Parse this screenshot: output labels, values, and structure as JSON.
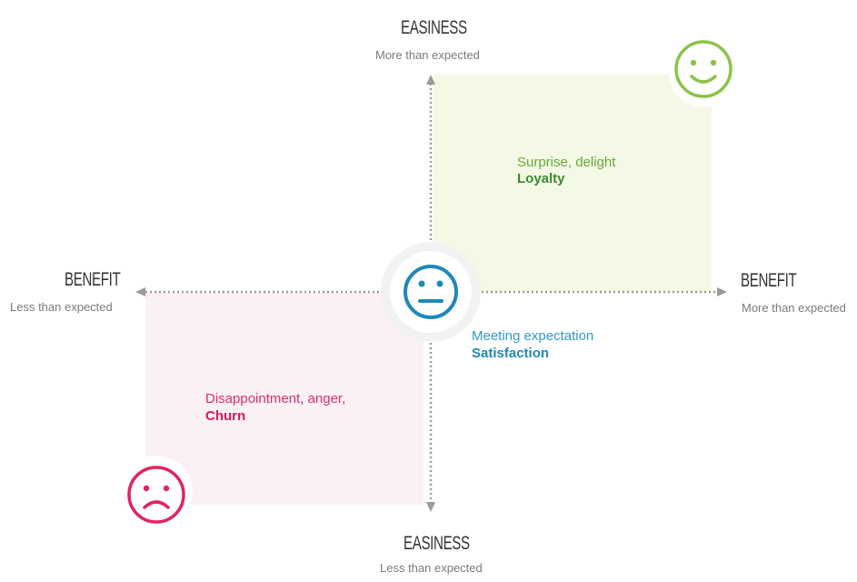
{
  "axes": {
    "top": {
      "title": "EASINESS",
      "subtitle": "More than expected"
    },
    "bottom": {
      "title": "EASINESS",
      "subtitle": "Less than expected"
    },
    "left": {
      "title": "BENEFIT",
      "subtitle": "Less than expected"
    },
    "right": {
      "title": "BENEFIT",
      "subtitle": "More than expected"
    }
  },
  "quadrants": {
    "loyalty": {
      "line1": "Surprise, delight",
      "line2": "Loyalty",
      "color": "#3a8a2a",
      "line1_color": "#6aa83a",
      "fill": "#f3f9e5"
    },
    "satisfaction": {
      "line1": "Meeting expectation",
      "line2": "Satisfaction",
      "color": "#1f88b8",
      "line1_color": "#2f9ac8"
    },
    "churn": {
      "line1": "Disappointment, anger,",
      "line2": "Churn",
      "color": "#d81b5c",
      "line1_color": "#d8316b",
      "fill": "#fbf0f3"
    }
  },
  "icons": {
    "happy": {
      "name": "happy-face-icon",
      "color": "#8cc24a"
    },
    "neutral": {
      "name": "neutral-face-icon",
      "color": "#1f88b8"
    },
    "sad": {
      "name": "sad-face-icon",
      "color": "#e0245e"
    }
  },
  "axis_color": "#9a9a9a"
}
